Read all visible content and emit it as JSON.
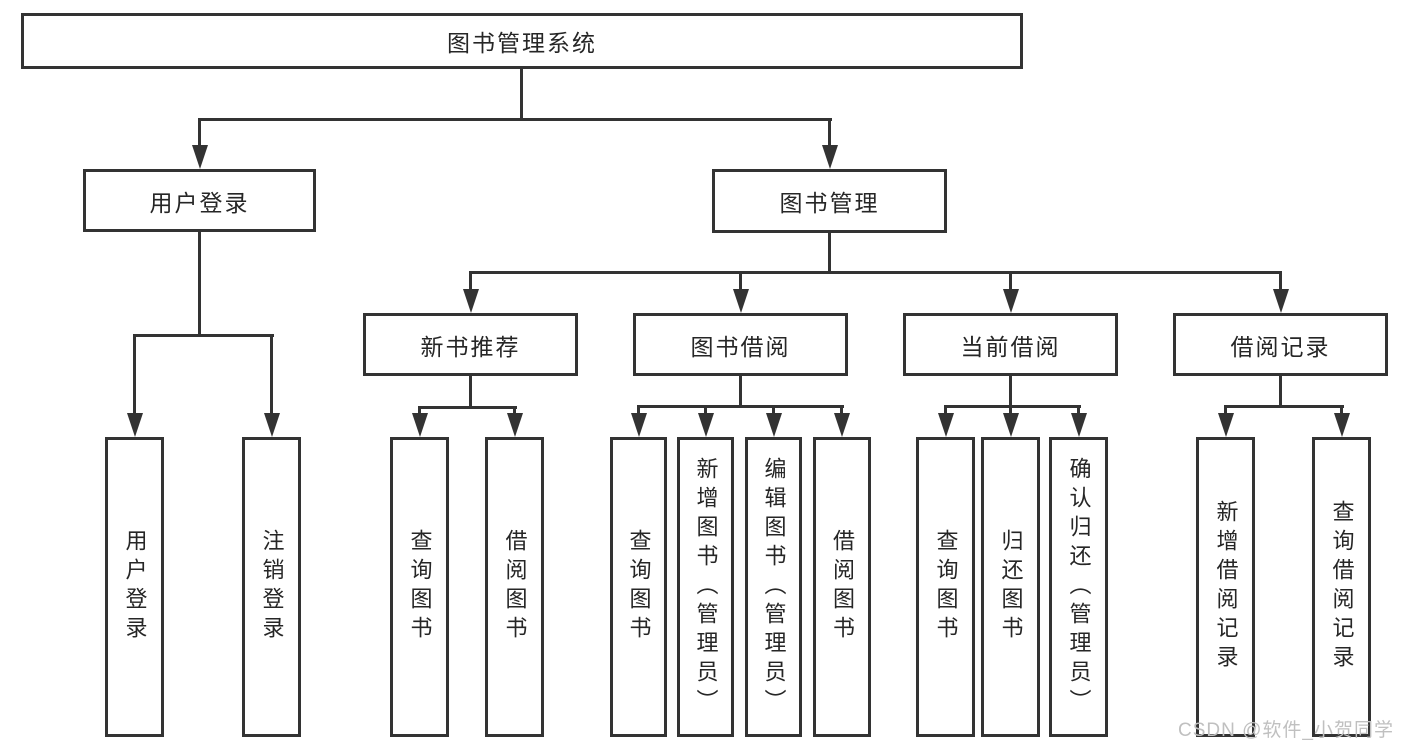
{
  "diagram": {
    "root": "图书管理系统",
    "level2": {
      "user_login": "用户登录",
      "book_management": "图书管理"
    },
    "level3": {
      "new_book_recommend": "新书推荐",
      "book_borrow": "图书借阅",
      "current_borrow": "当前借阅",
      "borrow_record": "借阅记录"
    },
    "leaves": {
      "user_login_leaf": "用户登录",
      "logout": "注销登录",
      "nb_query_books": "查询图书",
      "nb_borrow_books": "借阅图书",
      "bb_query_books": "查询图书",
      "bb_add_books": "新增图书（管理员）",
      "bb_edit_books": "编辑图书（管理员）",
      "bb_borrow_books": "借阅图书",
      "cb_query_books": "查询图书",
      "cb_return_books": "归还图书",
      "cb_confirm_return": "确认归还（管理员）",
      "br_add_record": "新增借阅记录",
      "br_query_record": "查询借阅记录"
    },
    "watermark": "CSDN @软件_小贺同学",
    "colors": {
      "line": "#333333",
      "text": "#262626",
      "background": "#ffffff",
      "watermark": "#c0c0c0"
    }
  }
}
